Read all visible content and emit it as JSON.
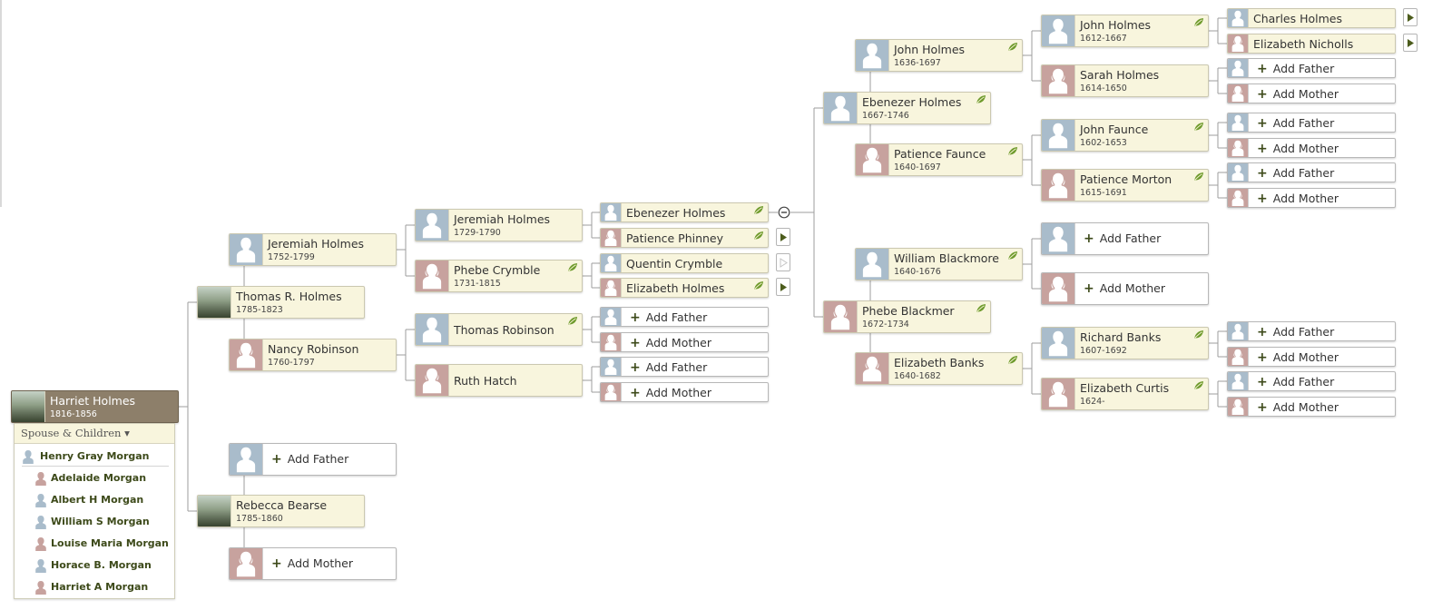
{
  "focus": {
    "name": "Harriet Holmes",
    "dates": "1816-1856"
  },
  "spouse_panel": {
    "header": "Spouse & Children ▾",
    "spouse": {
      "name": "Henry Gray Morgan",
      "gender": "m"
    },
    "children": [
      {
        "name": "Adelaide Morgan",
        "gender": "f"
      },
      {
        "name": "Albert H Morgan",
        "gender": "m"
      },
      {
        "name": "William S Morgan",
        "gender": "m"
      },
      {
        "name": "Louise Maria Morgan",
        "gender": "f"
      },
      {
        "name": "Horace B. Morgan",
        "gender": "m"
      },
      {
        "name": "Harriet A Morgan",
        "gender": "f"
      }
    ]
  },
  "add_labels": {
    "father": "Add Father",
    "mother": "Add Mother"
  },
  "persons": {
    "thomas_r_holmes": {
      "name": "Thomas R. Holmes",
      "dates": "1785-1823"
    },
    "rebecca_bearse": {
      "name": "Rebecca Bearse",
      "dates": "1785-1860"
    },
    "jeremiah_holmes_1752": {
      "name": "Jeremiah Holmes",
      "dates": "1752-1799"
    },
    "nancy_robinson": {
      "name": "Nancy Robinson",
      "dates": "1760-1797"
    },
    "jeremiah_holmes_1729": {
      "name": "Jeremiah Holmes",
      "dates": "1729-1790"
    },
    "phebe_crymble": {
      "name": "Phebe Crymble",
      "dates": "1731-1815"
    },
    "thomas_robinson": {
      "name": "Thomas Robinson",
      "dates": ""
    },
    "ruth_hatch": {
      "name": "Ruth Hatch",
      "dates": ""
    },
    "ebenezer_holmes_g5": {
      "name": "Ebenezer Holmes",
      "dates": ""
    },
    "patience_phinney": {
      "name": "Patience Phinney",
      "dates": ""
    },
    "quentin_crymble": {
      "name": "Quentin Crymble",
      "dates": ""
    },
    "elizabeth_holmes": {
      "name": "Elizabeth Holmes",
      "dates": ""
    },
    "ebenezer_holmes_1667": {
      "name": "Ebenezer Holmes",
      "dates": "1667-1746"
    },
    "phebe_blackmer": {
      "name": "Phebe Blackmer",
      "dates": "1672-1734"
    },
    "john_holmes_1636": {
      "name": "John Holmes",
      "dates": "1636-1697"
    },
    "patience_faunce": {
      "name": "Patience Faunce",
      "dates": "1640-1697"
    },
    "william_blackmore": {
      "name": "William Blackmore",
      "dates": "1640-1676"
    },
    "elizabeth_banks": {
      "name": "Elizabeth Banks",
      "dates": "1640-1682"
    },
    "john_holmes_1612": {
      "name": "John Holmes",
      "dates": "1612-1667"
    },
    "sarah_holmes": {
      "name": "Sarah Holmes",
      "dates": "1614-1650"
    },
    "john_faunce": {
      "name": "John Faunce",
      "dates": "1602-1653"
    },
    "patience_morton": {
      "name": "Patience Morton",
      "dates": "1615-1691"
    },
    "richard_banks": {
      "name": "Richard Banks",
      "dates": "1607-1692"
    },
    "elizabeth_curtis": {
      "name": "Elizabeth Curtis",
      "dates": "1624-"
    },
    "charles_holmes": {
      "name": "Charles Holmes",
      "dates": ""
    },
    "elizabeth_nicholls": {
      "name": "Elizabeth Nicholls",
      "dates": ""
    }
  },
  "colors": {
    "male": "#a9bccb",
    "female": "#c7a29e",
    "card_bg": "#f8f5dd",
    "focus_bg": "#8d7f6a",
    "accent": "#5e7c1f"
  }
}
